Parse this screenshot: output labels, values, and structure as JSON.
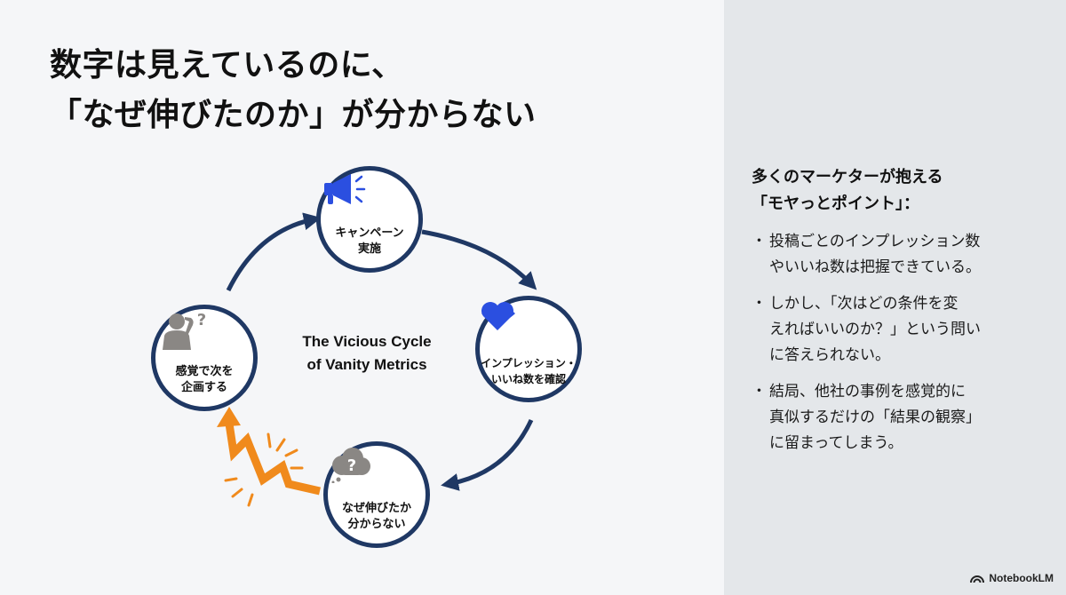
{
  "title": {
    "line1": "数字は見えているのに、",
    "line2": "「なぜ伸びたのか」が分からない"
  },
  "diagram": {
    "center_title_line1": "The Vicious Cycle",
    "center_title_line2": "of Vanity Metrics",
    "nodes": [
      {
        "label": "キャンペーン\n実施",
        "icon": "megaphone-icon"
      },
      {
        "label": "インプレッション・\nいいね数を確認",
        "icon": "eye-and-heart-icons"
      },
      {
        "label": "なぜ伸びたか\n分からない",
        "icon": "question-cloud-icon"
      },
      {
        "label": "感覚で次を\n企画する",
        "icon": "confused-person-icon"
      }
    ],
    "colors": {
      "ring": "#1f3864",
      "accent_blue": "#2b4fe0",
      "gray_icon": "#8a8784",
      "warning_orange": "#f08a1c"
    }
  },
  "panel": {
    "heading_line1": "多くのマーケターが抱える",
    "heading_line2": "「モヤっとポイント」：",
    "bullet_mark": "・",
    "bullets": [
      "投稿ごとのインプレッション数\nやいいね数は把握できている。",
      "しかし、「次はどの条件を変\nえればいいのか？」という問い\nに答えられない。",
      "結局、他社の事例を感覚的に\n真似するだけの「結果の観察」\nに留まってしまう。"
    ]
  },
  "brand": {
    "name": "NotebookLM"
  }
}
